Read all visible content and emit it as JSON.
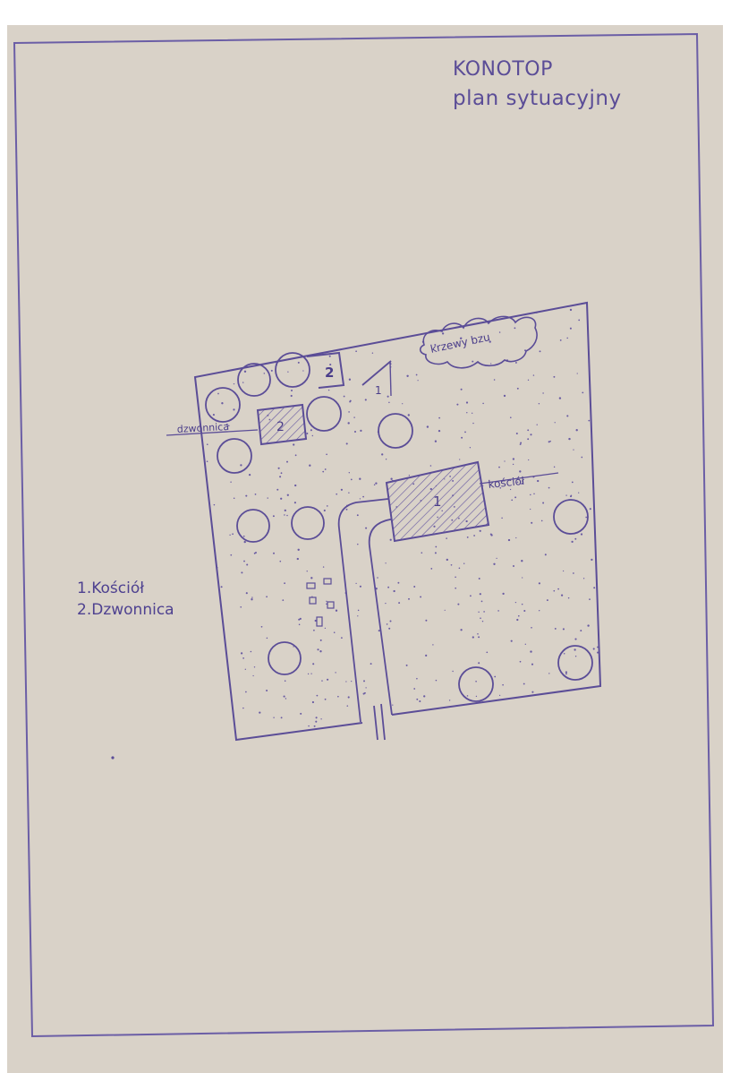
{
  "title": "KONOTOP",
  "subtitle": "plan sytuacyjny",
  "legend": [
    {
      "num": "1.",
      "label": "Kościół"
    },
    {
      "num": "2.",
      "label": "Dzwonnica"
    }
  ],
  "labels": {
    "church_number": "1",
    "belfry_number": "2",
    "gate_number": "2",
    "gate_number_alt": "1",
    "church_name": "kościół",
    "belfry_name": "dzwonnica",
    "bushes": "krzewy bzu"
  },
  "colors": {
    "ink": "#5b4d97",
    "paper": "#d9d2c8"
  }
}
